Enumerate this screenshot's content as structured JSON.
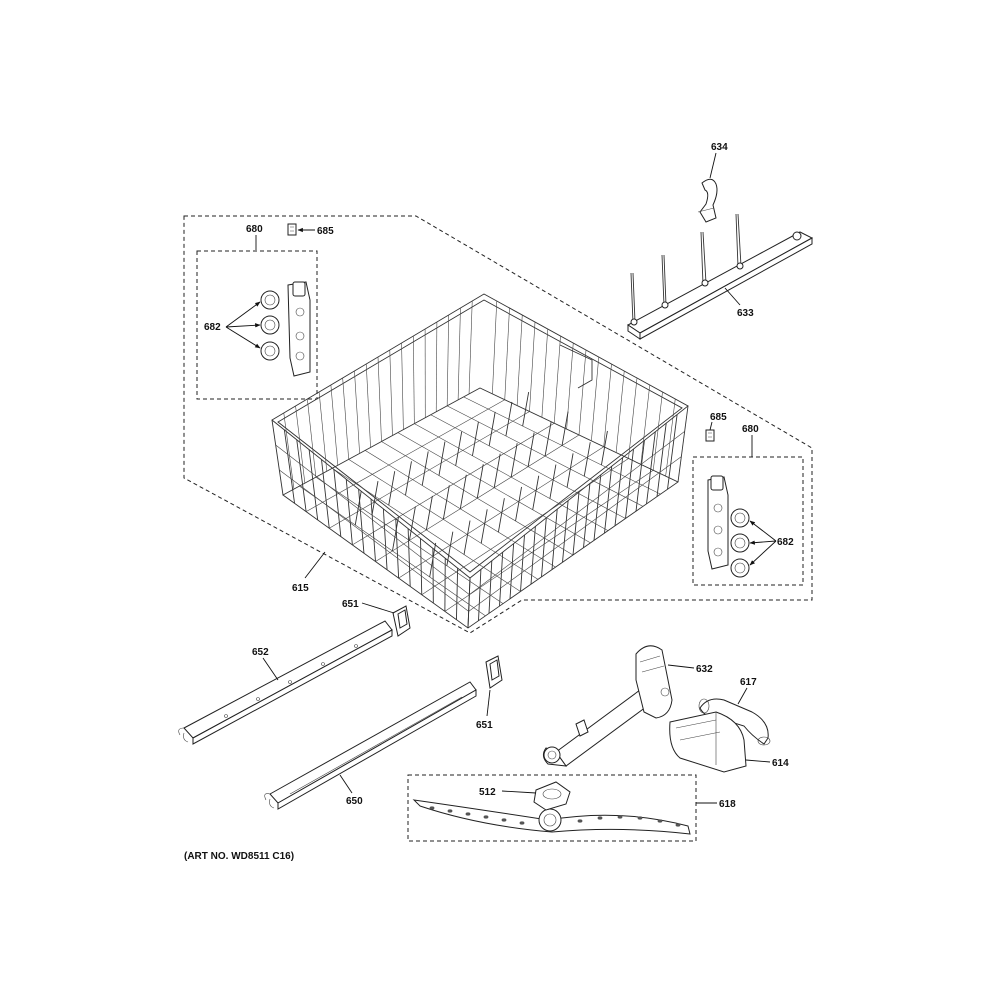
{
  "art_number": "(ART NO. WD8511 C16)",
  "callouts": {
    "c634": "634",
    "c633": "633",
    "c680_left": "680",
    "c685_left": "685",
    "c682_left": "682",
    "c685_right": "685",
    "c680_right": "680",
    "c682_right": "682",
    "c615": "615",
    "c651_top": "651",
    "c652": "652",
    "c651_bottom": "651",
    "c650": "650",
    "c632": "632",
    "c617": "617",
    "c614": "614",
    "c512": "512",
    "c618": "618"
  }
}
